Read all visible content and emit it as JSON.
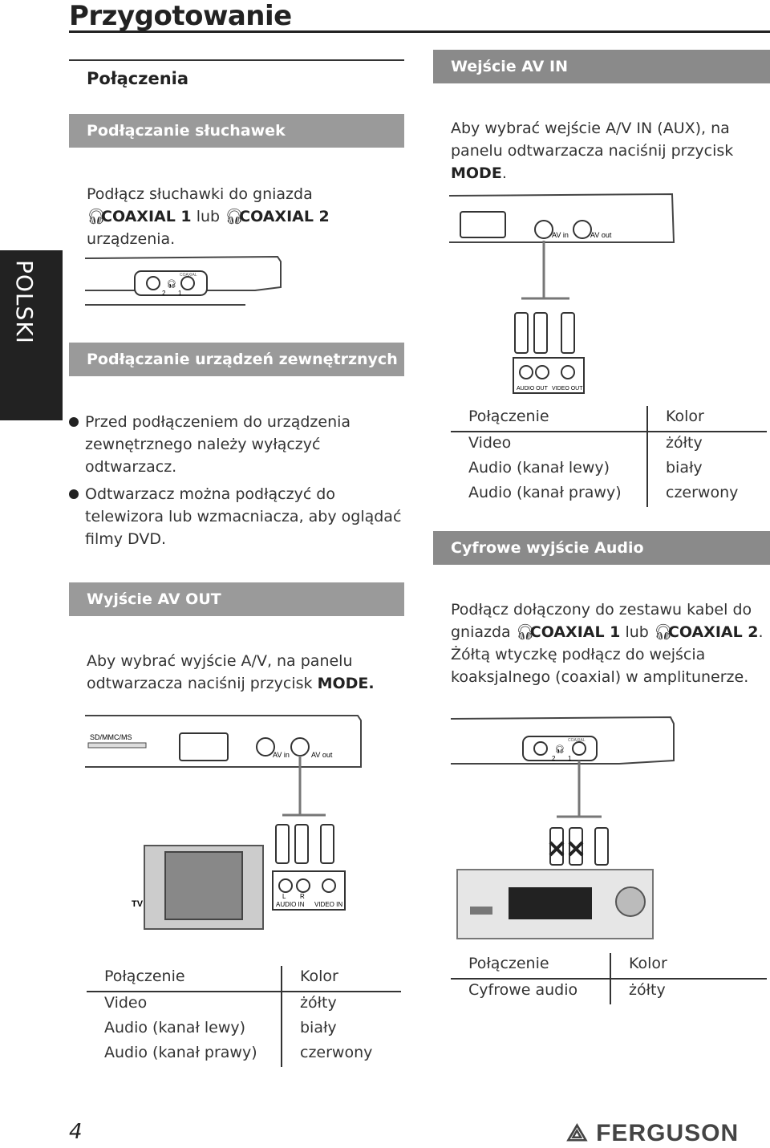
{
  "page_title": "Przygotowanie",
  "side_tab": "POLSKI",
  "left": {
    "connections_heading": "Połączenia",
    "headphones_bar": "Podłączanie słuchawek",
    "headphones_text_1": "Podłącz słuchawki do gniazda",
    "headphones_coax1": "COAXIAL 1",
    "headphones_lub": " lub ",
    "headphones_coax2": "COAXIAL 2",
    "headphones_text_3": "urządzenia.",
    "external_bar": "Podłączanie urządzeń zewnętrznych",
    "bullet_1": "Przed podłączeniem do urządzenia zewnętrznego należy wyłączyć odtwarzacz.",
    "bullet_2": "Odtwarzacz można podłączyć do telewizora lub wzmacniacza, aby oglądać filmy DVD.",
    "avout_bar": "Wyjście AV OUT",
    "avout_text": "Aby wybrać wyjście A/V, na panelu odtwarzacza naciśnij przycisk ",
    "avout_bold": "MODE.",
    "diagram": {
      "sd_label": "SD/MMC/MS",
      "av_in": "AV in",
      "av_out": "AV out",
      "tv_label": "TV",
      "l": "L",
      "r": "R",
      "audio_in": "AUDIO IN",
      "video_in": "VIDEO IN"
    },
    "table": {
      "headers": [
        "Połączenie",
        "Kolor"
      ],
      "rows": [
        [
          "Video",
          "żółty"
        ],
        [
          "Audio (kanał lewy)",
          "biały"
        ],
        [
          "Audio (kanał prawy)",
          "czerwony"
        ]
      ]
    },
    "coaxial_panel": {
      "label": "COAXIAL",
      "n2": "2",
      "n1": "1"
    }
  },
  "right": {
    "avin_bar": "Wejście AV IN",
    "avin_text": "Aby wybrać wejście A/V IN (AUX), na panelu odtwarzacza naciśnij przycisk ",
    "avin_bold": "MODE",
    "avin_dot": ".",
    "diagram": {
      "av_in": "AV in",
      "av_out": "AV out",
      "audio_out": "AUDIO OUT",
      "video_out": "VIDEO OUT"
    },
    "table": {
      "headers": [
        "Połączenie",
        "Kolor"
      ],
      "rows": [
        [
          "Video",
          "żółty"
        ],
        [
          "Audio (kanał lewy)",
          "biały"
        ],
        [
          "Audio (kanał prawy)",
          "czerwony"
        ]
      ]
    },
    "digital_bar": "Cyfrowe wyjście Audio",
    "digital_text_1": "Podłącz dołączony do zestawu kabel do gniazda ",
    "digital_coax1": "COAXIAL 1",
    "digital_lub": " lub ",
    "digital_coax2": "COAXIAL 2",
    "digital_text_2": ". Żółtą wtyczkę podłącz do wejścia koaksjalnego (coaxial) w amplitunerze.",
    "coaxial_panel": {
      "label": "COAXIAL",
      "n2": "2",
      "n1": "1"
    },
    "table2": {
      "headers": [
        "Połączenie",
        "Kolor"
      ],
      "rows": [
        [
          "Cyfrowe audio",
          "żółty"
        ]
      ]
    }
  },
  "page_number": "4",
  "brand": "FERGUSON"
}
